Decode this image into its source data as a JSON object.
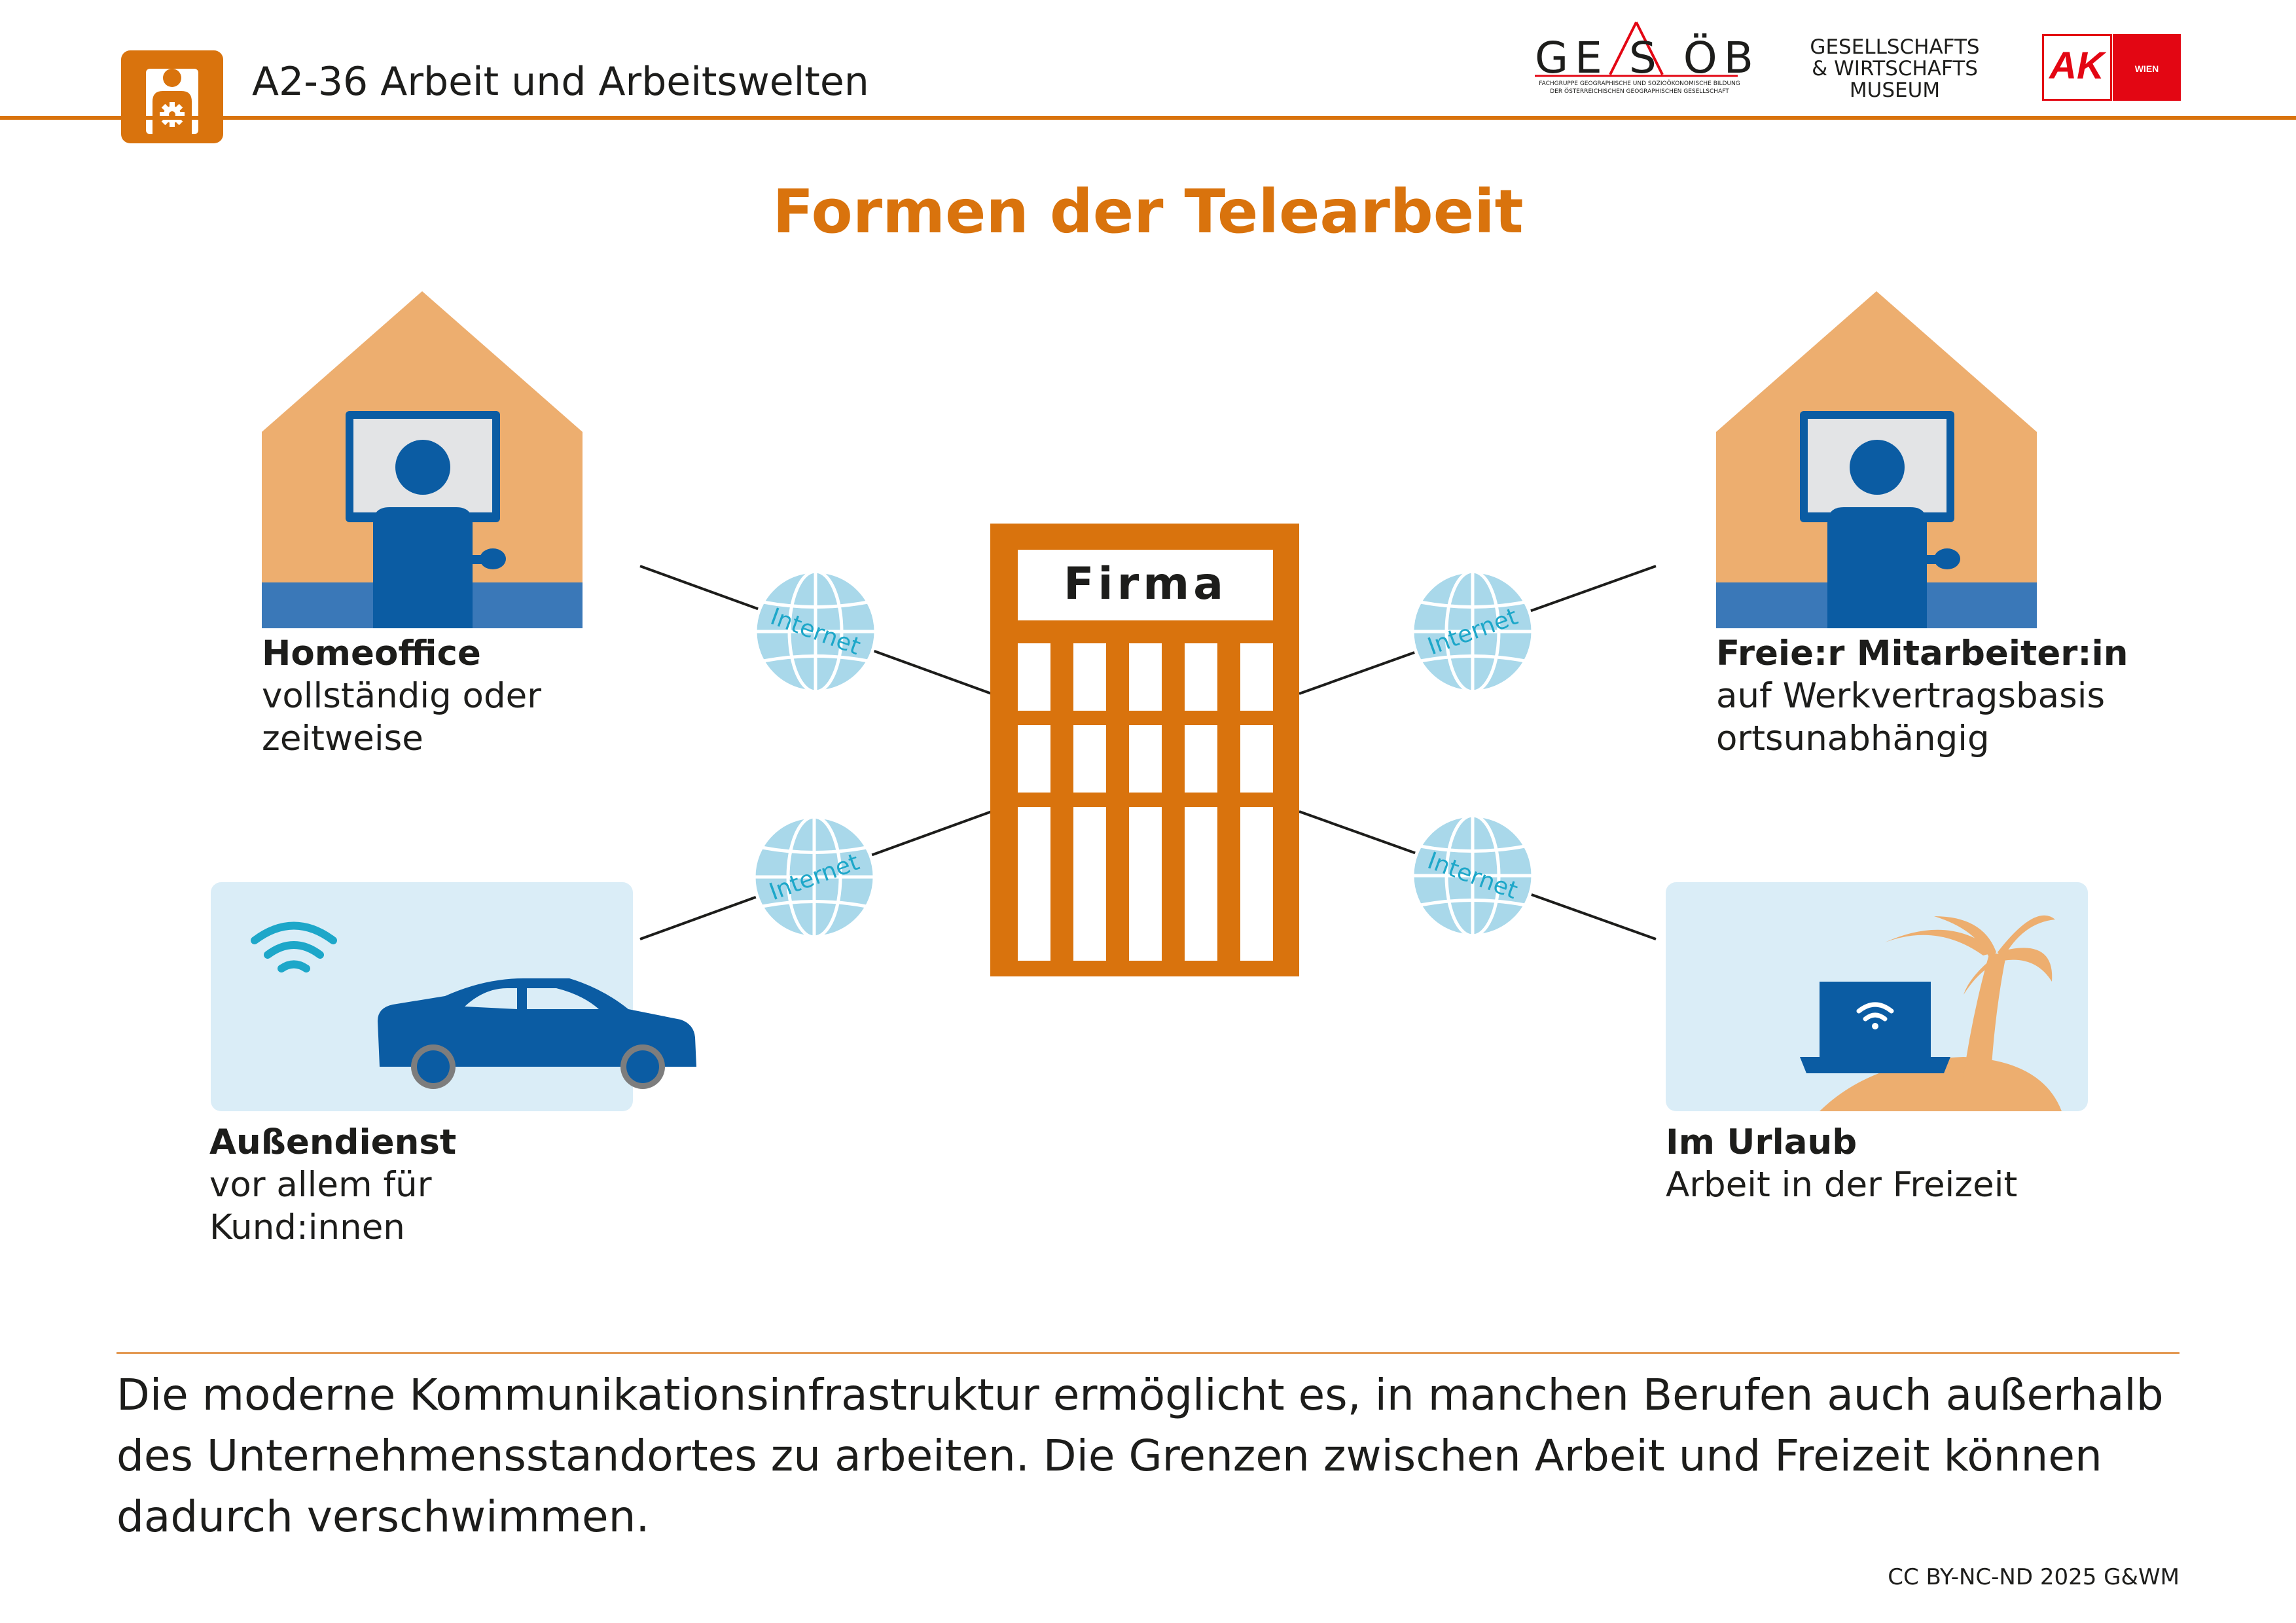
{
  "header": {
    "title": "A2-36 Arbeit und Arbeitswelten",
    "logos": {
      "gesoeb": "GE S ÖB",
      "gesoeb_sub_1": "FACHGRUPPE GEOGRAPHISCHE UND SOZIOÖKONOMISCHE BILDUNG",
      "gesoeb_sub_2": "DER ÖSTERREICHISCHEN GEOGRAPHISCHEN GESELLSCHAFT",
      "gwm_line1": "GESELLSCHAFTS",
      "gwm_line2": "& WIRTSCHAFTS",
      "gwm_line3": "MUSEUM",
      "ak": "AK",
      "ak_sub": "WIEN"
    }
  },
  "main_title": "Formen der Telearbeit",
  "center": {
    "label": "Firma"
  },
  "connector_label": "Internet",
  "nodes": {
    "homeoffice": {
      "title": "Homeoffice",
      "line1": "vollständig oder",
      "line2": "zeitweise"
    },
    "freelancer": {
      "title": "Freie:r Mitarbeiter:in",
      "line1": "auf Werkvertragsbasis",
      "line2": "ortsunabhängig"
    },
    "field_service": {
      "title": "Außendienst",
      "line1": "vor allem für",
      "line2": "Kund:innen"
    },
    "vacation": {
      "title": "Im Urlaub",
      "line1": "Arbeit in der Freizeit"
    }
  },
  "footer": {
    "text": "Die moderne Kommunikationsinfrastruktur ermöglicht es, in manchen Berufen auch außerhalb des Unternehmensstandortes zu arbeiten. Die Grenzen zwischen Arbeit und Freizeit können dadurch verschwimmen.",
    "license": "CC BY-NC-ND 2025 G&WM"
  },
  "colors": {
    "orange": "#d9730d",
    "house_fill": "#edae6f",
    "blue_dark": "#0b5ca3",
    "blue_mid": "#3a78b8",
    "globe": "#a9d8ea",
    "panel": "#daedf7",
    "wifi": "#1da7c9"
  },
  "icons": [
    "person-gear-icon",
    "person-at-computer-icon",
    "car-icon",
    "wifi-icon",
    "laptop-icon",
    "palm-tree-icon",
    "globe-icon"
  ]
}
